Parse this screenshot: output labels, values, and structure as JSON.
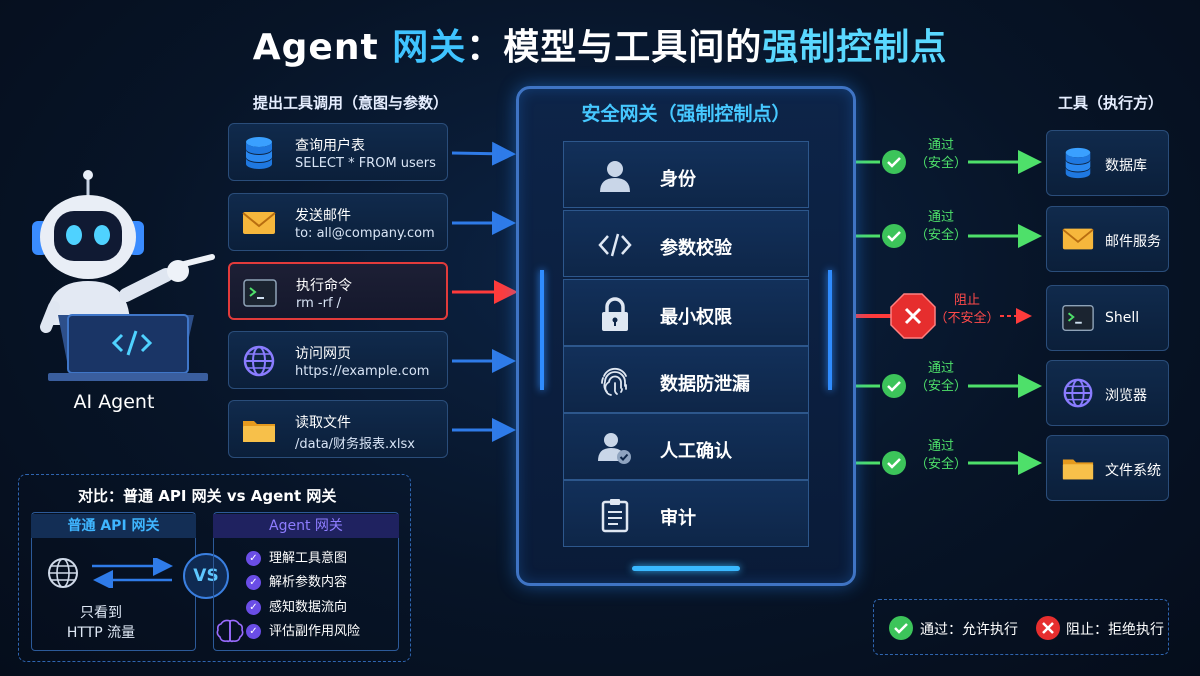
{
  "title": {
    "part1": "Agent ",
    "part2": "网关",
    "part3": "：模型与工具间的",
    "part4": "强制控制点"
  },
  "left_heading": "提出工具调用（意图与参数）",
  "agent_label": "AI Agent",
  "requests": [
    {
      "icon": "database-icon",
      "title": "查询用户表",
      "detail": "SELECT * FROM users"
    },
    {
      "icon": "mail-icon",
      "title": "发送邮件",
      "detail": "to: all@company.com"
    },
    {
      "icon": "terminal-icon",
      "title": "执行命令",
      "detail": "rm -rf /"
    },
    {
      "icon": "globe-icon",
      "title": "访问网页",
      "detail": "https://example.com"
    },
    {
      "icon": "folder-icon",
      "title": "读取文件",
      "detail": "/data/财务报表.xlsx"
    }
  ],
  "gateway": {
    "title": "安全网关（强制控制点）",
    "checks": [
      {
        "icon": "user-icon",
        "label": "身份"
      },
      {
        "icon": "code-icon",
        "label": "参数校验"
      },
      {
        "icon": "lock-icon",
        "label": "最小权限"
      },
      {
        "icon": "fingerprint-icon",
        "label": "数据防泄漏"
      },
      {
        "icon": "user-check-icon",
        "label": "人工确认"
      },
      {
        "icon": "clipboard-icon",
        "label": "审计"
      }
    ]
  },
  "right_heading": "工具（执行方）",
  "tools": [
    {
      "icon": "database-icon",
      "label": "数据库"
    },
    {
      "icon": "mail-icon",
      "label": "邮件服务"
    },
    {
      "icon": "terminal-icon",
      "label": "Shell"
    },
    {
      "icon": "globe-icon",
      "label": "浏览器"
    },
    {
      "icon": "folder-icon",
      "label": "文件系统"
    }
  ],
  "decisions": [
    {
      "status": "pass",
      "line1": "通过",
      "line2": "（安全）"
    },
    {
      "status": "pass",
      "line1": "通过",
      "line2": "（安全）"
    },
    {
      "status": "block",
      "line1": "阻止",
      "line2": "（不安全）"
    },
    {
      "status": "pass",
      "line1": "通过",
      "line2": "（安全）"
    },
    {
      "status": "pass",
      "line1": "通过",
      "line2": "（安全）"
    }
  ],
  "comparison": {
    "title": "对比：普通 API 网关 vs Agent 网关",
    "normal": {
      "title": "普通 API 网关",
      "line1": "只看到",
      "line2": "HTTP 流量"
    },
    "vs": "VS",
    "agent": {
      "title": "Agent 网关",
      "items": [
        "理解工具意图",
        "解析参数内容",
        "感知数据流向",
        "评估副作用风险"
      ]
    }
  },
  "legend": {
    "pass": "通过：允许执行",
    "block": "阻止：拒绝执行"
  },
  "colors": {
    "pass": "#4ee06a",
    "block": "#ff3b3b",
    "accent": "#3fc4ff",
    "arrow": "#2f7be8"
  }
}
